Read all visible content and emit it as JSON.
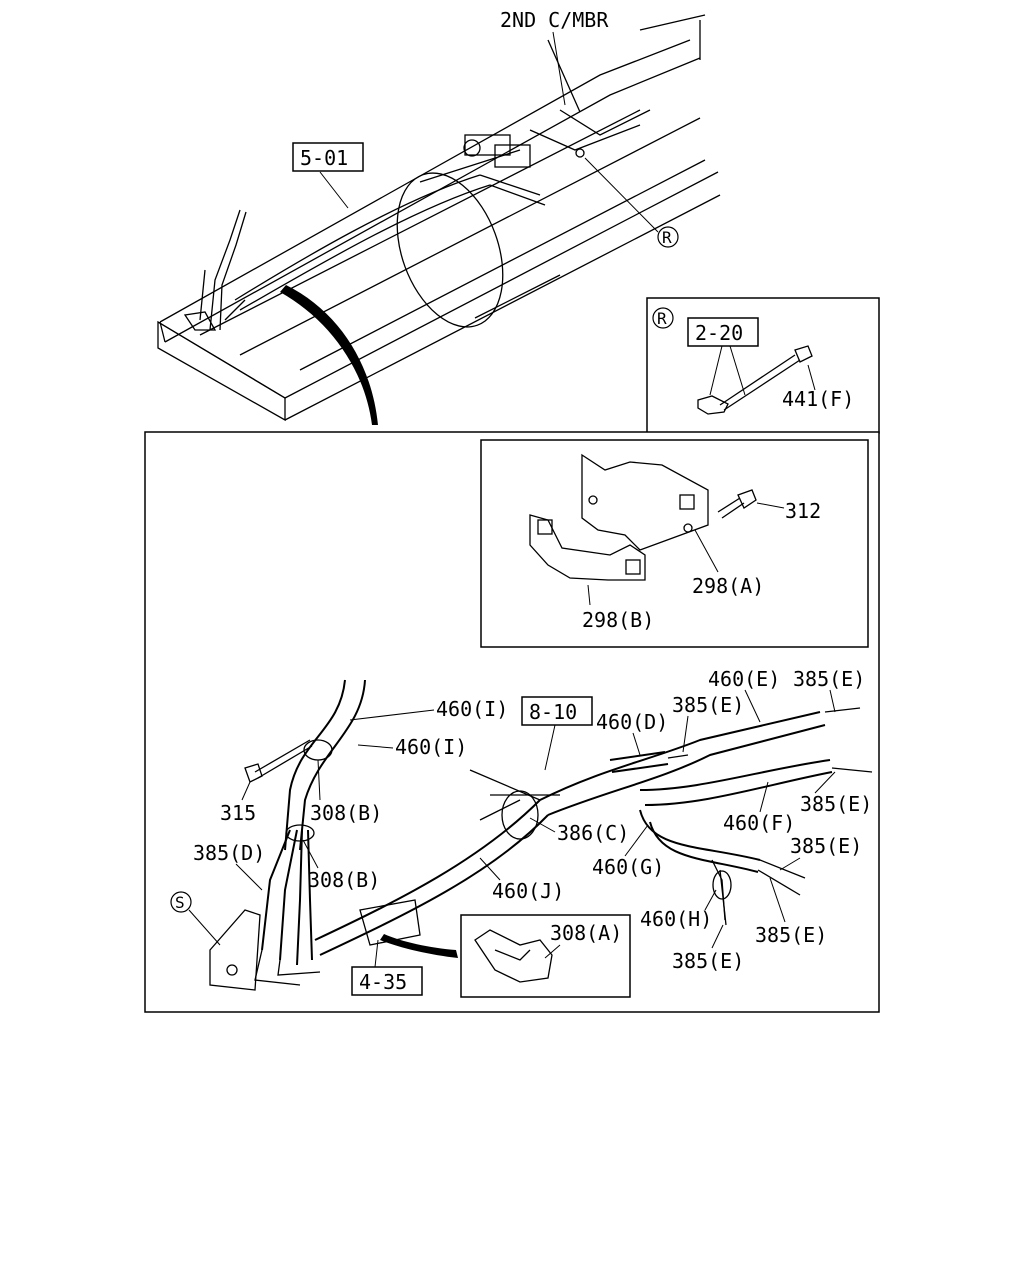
{
  "labels": {
    "second_crossmember": "2ND C/MBR",
    "ref_5_01": "5-01",
    "ref_2_20": "2-20",
    "ref_8_10": "8-10",
    "ref_4_35": "4-35",
    "mark_r_top": "R",
    "mark_r_inset": "R",
    "mark_s": "S",
    "p441f": "441(F)",
    "p312": "312",
    "p298a": "298(A)",
    "p298b": "298(B)",
    "p460e_top": "460(E)",
    "p385e_top": "385(E)",
    "p460i_1": "460(I)",
    "p460i_2": "460(I)",
    "p460d": "460(D)",
    "p385e_d": "385(E)",
    "p315": "315",
    "p308b_1": "308(B)",
    "p308b_2": "308(B)",
    "p385d": "385(D)",
    "p386c": "386(C)",
    "p385e_f": "385(E)",
    "p460f": "460(F)",
    "p460g": "460(G)",
    "p385e_g": "385(E)",
    "p460j": "460(J)",
    "p308a": "308(A)",
    "p460h": "460(H)",
    "p385e_h": "385(E)",
    "p385e_last": "385(E)"
  }
}
